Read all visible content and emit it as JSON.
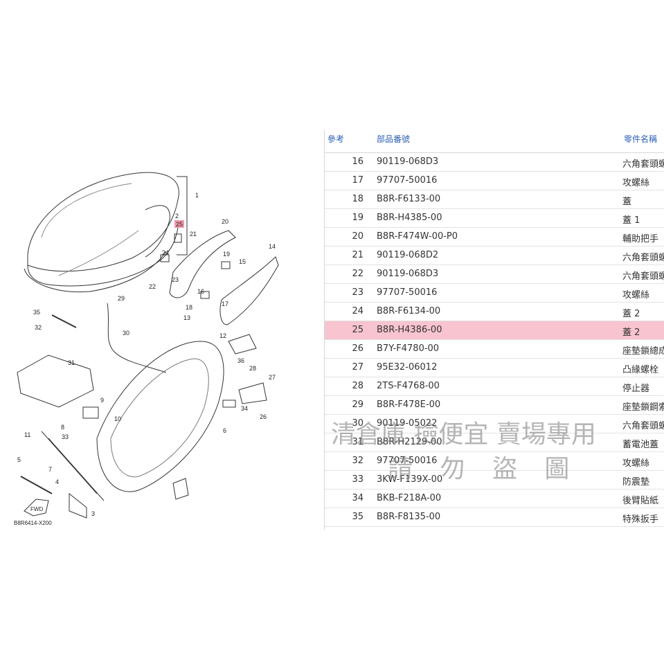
{
  "diagram": {
    "code": "B8R6414-X200",
    "fwd_label": "FWD",
    "highlight_color": "#f29aac",
    "callouts": [
      "1",
      "2",
      "25",
      "21",
      "20",
      "24",
      "23",
      "22",
      "19",
      "15",
      "14",
      "17",
      "18",
      "16",
      "29",
      "35",
      "30",
      "13",
      "12",
      "32",
      "31",
      "36",
      "28",
      "27",
      "26",
      "34",
      "9",
      "10",
      "6",
      "8",
      "33",
      "11",
      "5",
      "7",
      "4",
      "3"
    ]
  },
  "table": {
    "headers": {
      "ref": "參考",
      "part_number": "部品番號",
      "part_name": "零件名稱"
    },
    "highlight_color": "#f7c4cf",
    "rows": [
      {
        "ref": "16",
        "part_number": "90119-068D3",
        "part_name": "六角套頭螺"
      },
      {
        "ref": "17",
        "part_number": "97707-50016",
        "part_name": "攻螺絲"
      },
      {
        "ref": "18",
        "part_number": "B8R-F6133-00",
        "part_name": "蓋"
      },
      {
        "ref": "19",
        "part_number": "B8R-H4385-00",
        "part_name": "蓋 1"
      },
      {
        "ref": "20",
        "part_number": "B8R-F474W-00-P0",
        "part_name": "輔助把手"
      },
      {
        "ref": "21",
        "part_number": "90119-068D2",
        "part_name": "六角套頭螺"
      },
      {
        "ref": "22",
        "part_number": "90119-068D3",
        "part_name": "六角套頭螺"
      },
      {
        "ref": "23",
        "part_number": "97707-50016",
        "part_name": "攻螺絲"
      },
      {
        "ref": "24",
        "part_number": "B8R-F6134-00",
        "part_name": "蓋 2"
      },
      {
        "ref": "25",
        "part_number": "B8R-H4386-00",
        "part_name": "蓋 2",
        "highlighted": true
      },
      {
        "ref": "26",
        "part_number": "B7Y-F4780-00",
        "part_name": "座墊鎖總成"
      },
      {
        "ref": "27",
        "part_number": "95E32-06012",
        "part_name": "凸緣螺栓"
      },
      {
        "ref": "28",
        "part_number": "2TS-F4768-00",
        "part_name": "停止器"
      },
      {
        "ref": "29",
        "part_number": "B8R-F478E-00",
        "part_name": "座墊鎖鋼索"
      },
      {
        "ref": "30",
        "part_number": "90119-05022",
        "part_name": "六角套頭螺"
      },
      {
        "ref": "31",
        "part_number": "B8R-H2129-00",
        "part_name": "蓄電池蓋"
      },
      {
        "ref": "32",
        "part_number": "97707-50016",
        "part_name": "攻螺絲"
      },
      {
        "ref": "33",
        "part_number": "3KW-F139X-00",
        "part_name": "防震墊"
      },
      {
        "ref": "34",
        "part_number": "BKB-F218A-00",
        "part_name": "後臂貼紙"
      },
      {
        "ref": "35",
        "part_number": "B8R-F8135-00",
        "part_name": "特殊扳手"
      }
    ]
  },
  "watermark": {
    "line1": "清倉庫 撿便宜 賣場專用",
    "line2": "請 勿 盜 圖"
  }
}
